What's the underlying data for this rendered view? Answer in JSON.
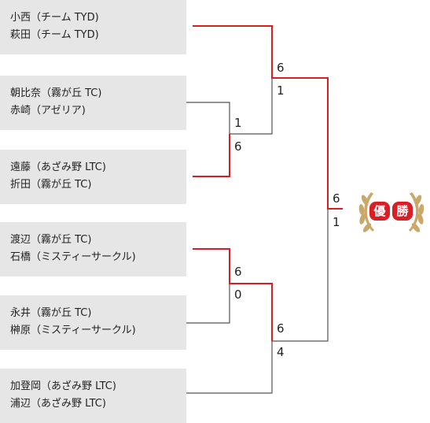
{
  "teams": [
    [
      "小西（チーム TYD)",
      "萩田（チーム TYD)"
    ],
    [
      "朝比奈（霧が丘 TC)",
      "赤崎（アゼリア)"
    ],
    [
      "遠藤（あざみ野 LTC)",
      "折田（霧が丘 TC)"
    ],
    [
      "渡辺（霧が丘 TC)",
      "石橋（ミスティーサークル)"
    ],
    [
      "永井（霧が丘 TC)",
      "榊原（ミスティーサークル)"
    ],
    [
      "加登岡（あざみ野 LTC)",
      "浦辺（あざみ野 LTC)"
    ]
  ],
  "scores": {
    "r1_top": {
      "a": "1",
      "b": "6"
    },
    "r1_bottom": {
      "a": "6",
      "b": "0"
    },
    "semi_top": {
      "a": "6",
      "b": "1"
    },
    "semi_bottom": {
      "a": "6",
      "b": "4"
    },
    "final": {
      "a": "6",
      "b": "1"
    }
  },
  "champion": {
    "label_1": "優",
    "label_2": "勝"
  },
  "colors": {
    "win": "#d81f26",
    "line": "#555555",
    "box": "#e6e6e6",
    "laurel": "#c9a86a"
  }
}
